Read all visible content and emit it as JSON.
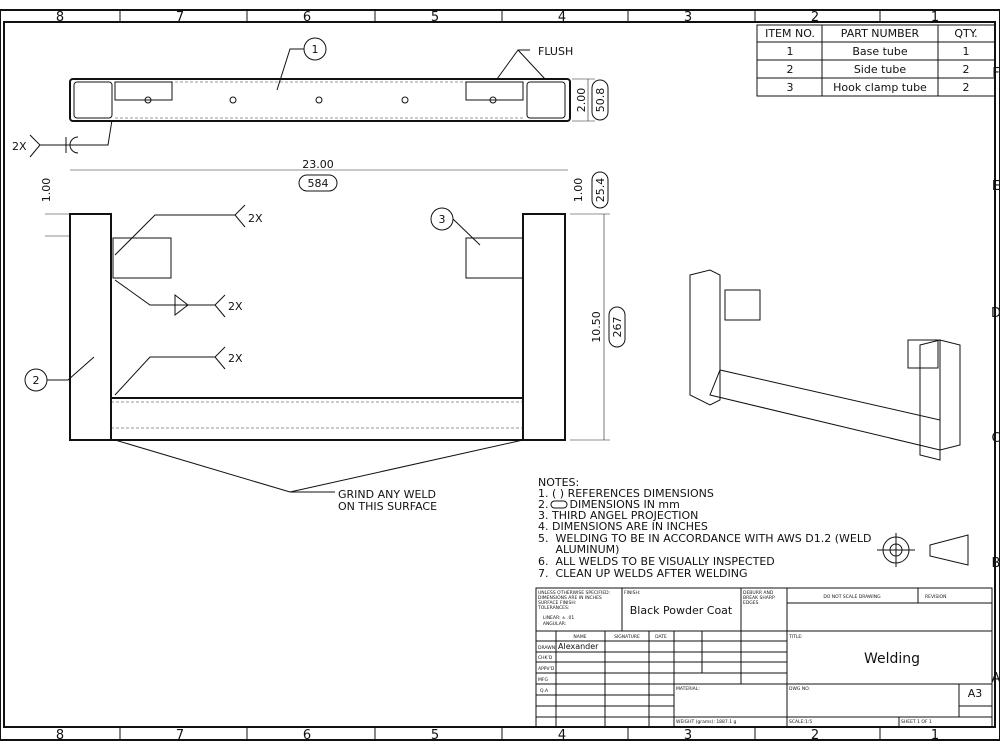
{
  "zones_top": [
    "8",
    "7",
    "6",
    "5",
    "4",
    "3",
    "2",
    "1"
  ],
  "zones_side": [
    "F",
    "E",
    "D",
    "C",
    "B",
    "A"
  ],
  "bom": {
    "headers": [
      "ITEM NO.",
      "PART NUMBER",
      "QTY."
    ],
    "rows": [
      [
        "1",
        "Base tube",
        "1"
      ],
      [
        "2",
        "Side tube",
        "2"
      ],
      [
        "3",
        "Hook clamp tube",
        "2"
      ]
    ]
  },
  "annotations": {
    "flush": "FLUSH",
    "weld_2x": "2X",
    "dim_width": "23.00",
    "dim_width_mm": "584",
    "dim_h": "2.00",
    "dim_h_mm": "50.8",
    "dim_offset_l": "1.00",
    "dim_offset_r": "1.00",
    "dim_offset_mm": "25.4",
    "dim_height": "10.50",
    "dim_height_mm": "267",
    "grind_1": "GRIND ANY WELD",
    "grind_2": "ON THIS SURFACE",
    "balloons": [
      "1",
      "2",
      "3"
    ]
  },
  "notes": {
    "title": "NOTES:",
    "items": [
      "1. ( ) REFERENCES DIMENSIONS",
      "2.      DIMENSIONS IN mm",
      "3. THIRD ANGEL PROJECTION",
      "4. DIMENSIONS ARE IN INCHES",
      "5.  WELDING TO BE IN ACCORDANCE WITH AWS D1.2 (WELD",
      "     ALUMINUM)",
      "6.  ALL WELDS TO BE VISUALLY INSPECTED",
      "7.  CLEAN UP WELDS AFTER WELDING"
    ]
  },
  "title_block": {
    "unless": [
      "UNLESS OTHERWISE SPECIFIED:",
      "DIMENSIONS ARE IN INCHES",
      "SURFACE FINISH:",
      "TOLERANCES:",
      "  LINEAR: ± .01",
      "  ANGULAR:"
    ],
    "finish_label": "FINISH:",
    "finish": "Black Powder Coat",
    "deburr": [
      "DEBURR AND",
      "BREAK SHARP",
      "EDGES"
    ],
    "do_not_scale": "DO NOT SCALE DRAWING",
    "revision": "REVISION",
    "name": "NAME",
    "signature": "SIGNATURE",
    "date": "DATE",
    "roles": [
      "DRAWN",
      "CHK'D",
      "APPV'D",
      "MFG",
      "Q.A"
    ],
    "drawn_by": "Alexander",
    "title_label": "TITLE:",
    "title": "Welding",
    "material": "MATERIAL:",
    "dwg_no": "DWG NO.",
    "size": "A3",
    "weight": "WEIGHT (grams): 1887.1 g",
    "scale": "SCALE:1:5",
    "sheet": "SHEET 1 OF 1"
  }
}
